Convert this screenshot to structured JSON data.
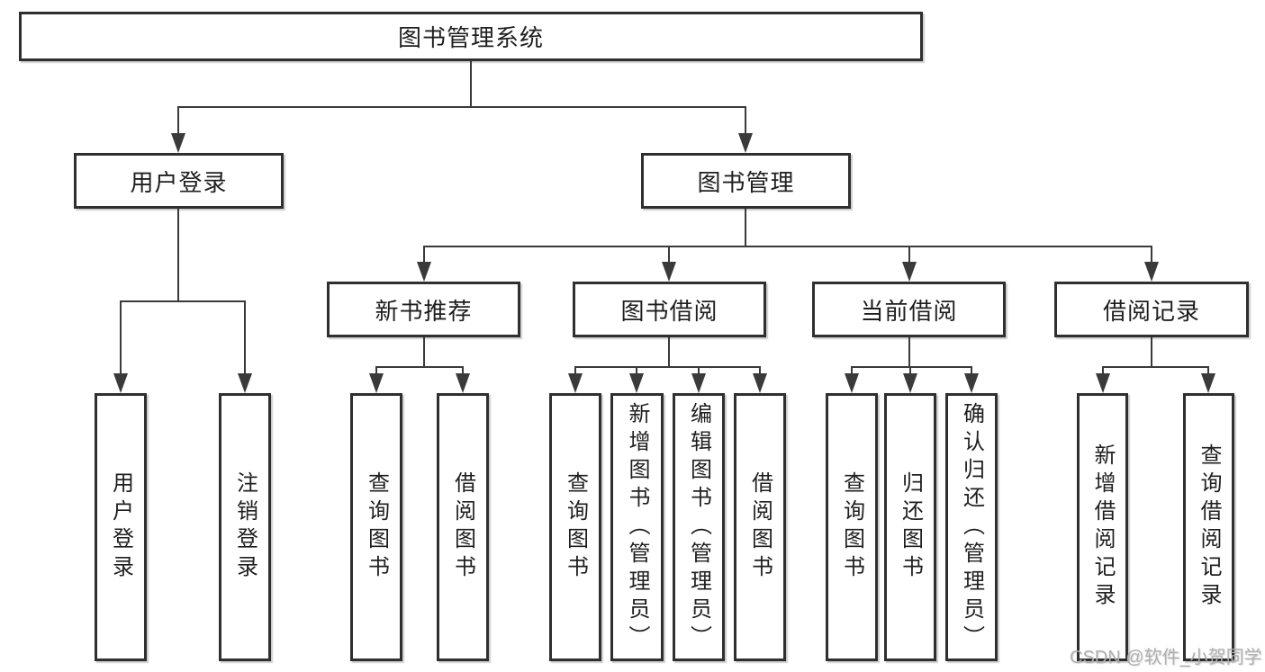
{
  "diagram": {
    "root": {
      "label": "图书管理系统",
      "children": [
        "用户登录",
        "图书管理"
      ]
    },
    "level2": [
      {
        "label": "用户登录",
        "children": [
          "用户登录",
          "注销登录"
        ]
      },
      {
        "label": "图书管理",
        "children": [
          "新书推荐",
          "图书借阅",
          "当前借阅",
          "借阅记录"
        ]
      }
    ],
    "level3": [
      {
        "label": "新书推荐",
        "children": [
          "查询图书",
          "借阅图书"
        ]
      },
      {
        "label": "图书借阅",
        "children": [
          "查询图书",
          "新增图书（管理员）",
          "编辑图书（管理员）",
          "借阅图书"
        ]
      },
      {
        "label": "当前借阅",
        "children": [
          "查询图书",
          "归还图书",
          "确认归还（管理员）"
        ]
      },
      {
        "label": "借阅记录",
        "children": [
          "新增借阅记录",
          "查询借阅记录"
        ]
      }
    ],
    "leaves": [
      "用户登录",
      "注销登录",
      "查询图书",
      "借阅图书",
      "查询图书",
      "新增图书（管理员）",
      "编辑图书（管理员）",
      "借阅图书",
      "查询图书",
      "归还图书",
      "确认归还（管理员）",
      "新增借阅记录",
      "查询借阅记录"
    ]
  },
  "watermark": {
    "text": "CSDN @软件_小贺同学"
  },
  "colors": {
    "line": "#3a3a3a",
    "border": "#2f2f2f",
    "text": "#1f1f1f",
    "watermark": "#b0b0b0",
    "background": "#ffffff"
  }
}
